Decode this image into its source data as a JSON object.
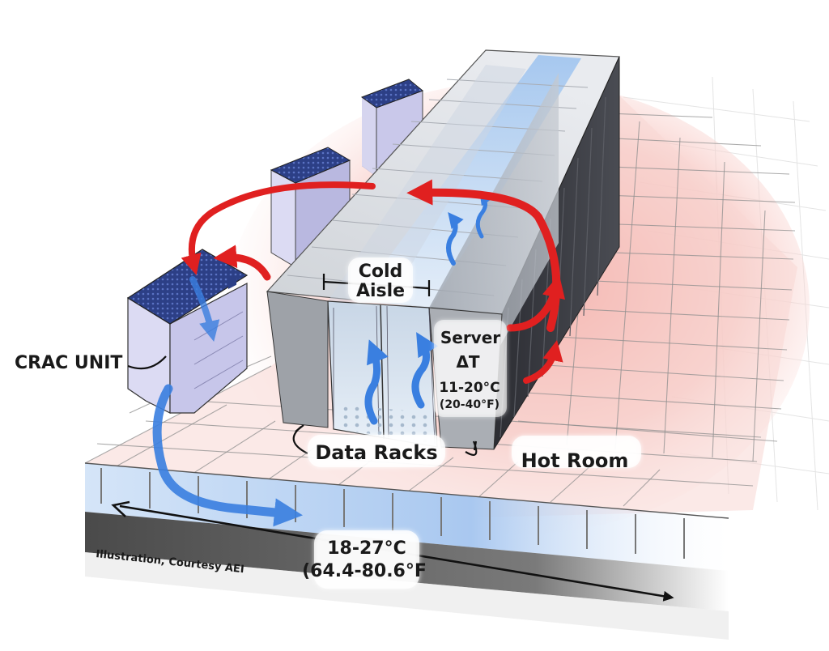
{
  "labels": {
    "cold_aisle_line1": "Cold",
    "cold_aisle_line2": "Aisle",
    "server": "Server",
    "delta_t": "ΔT",
    "server_temp_c": "11-20°C",
    "server_temp_f": "(20-40°F)",
    "crac_unit": "CRAC UNIT",
    "data_racks": "Data Racks",
    "hot_room": "Hot Room",
    "supply_temp_c": "18-27°C",
    "supply_temp_f": "(64.4-80.6°F",
    "credit": "Illustration, Courtesy AEI"
  },
  "colors": {
    "hot_air": "#e02020",
    "cold_air": "#3a7fe0",
    "hot_zone": "#f3b1ad",
    "crac_top": "#2c3f86",
    "crac_side": "#c9c8ea",
    "rack_dark": "#2b2c31",
    "rack_light": "#a4a6ab"
  },
  "icons": [
    "cold-airflow-arrow",
    "hot-airflow-arrow",
    "temperature-span-arrow",
    "dimension-bracket"
  ]
}
